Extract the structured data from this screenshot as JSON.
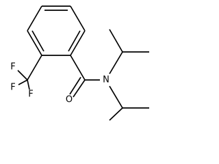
{
  "molecule": {
    "atoms": {
      "fluorine_top": "F",
      "fluorine_left": "F",
      "fluorine_bottom": "F",
      "oxygen": "O",
      "nitrogen": "N"
    }
  }
}
